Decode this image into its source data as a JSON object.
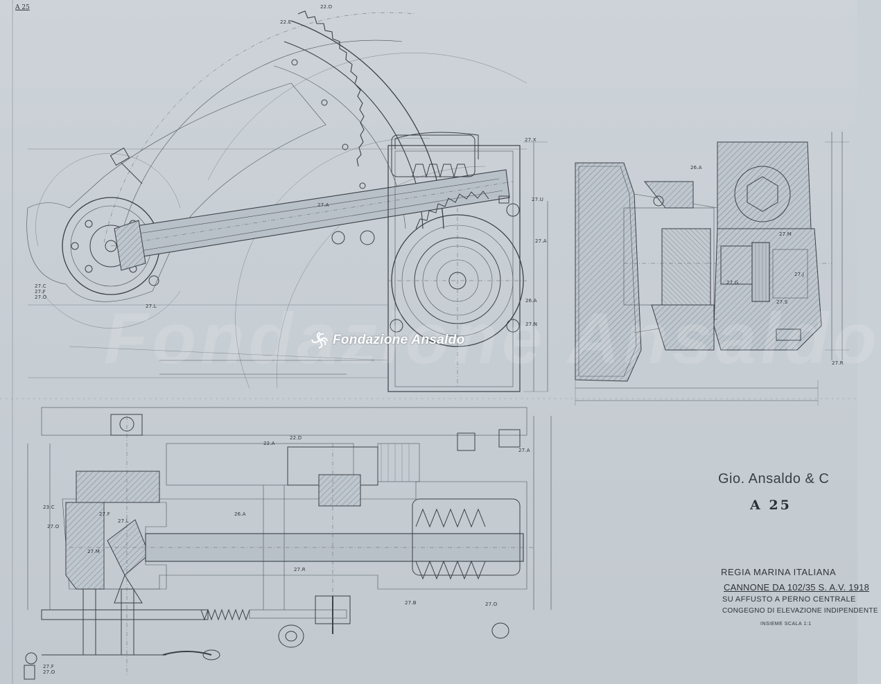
{
  "sheet": {
    "corner_ref": "A 25",
    "company": "Gio. Ansaldo & C",
    "drawing_number": "A 25"
  },
  "title_block": {
    "line1": "REGIA MARINA ITALIANA",
    "line2": "CANNONE DA 102/35 S. A.V. 1918",
    "line3": "SU AFFUSTO A PERNO CENTRALE",
    "line4": "CONGEGNO DI ELEVAZIONE INDIPENDENTE",
    "scale": "INSIEME SCALA 1:1"
  },
  "watermark": {
    "text": "Fondazione Ansaldo",
    "ghost_text": "Fondazione Ansaldo"
  },
  "part_labels": {
    "p22D_top": "22.D",
    "p22E": "22.E",
    "p27X": "27.X",
    "p27U": "27.U",
    "p27A_r": "27.A",
    "p27A_mid": "27.A",
    "p26A_r": "26.A",
    "p27N": "27.N",
    "p27C": "27.C",
    "p27F": "27.F",
    "p27O": "27.O",
    "p27L": "27.L",
    "p26A_side": "26.A",
    "p27M": "27.M",
    "p27G": "27.G",
    "p27J": "27.J",
    "p27S": "27.S",
    "p27R": "27.R",
    "p22A": "22.A",
    "p22D_b": "22.D",
    "p27A_b": "27.A",
    "p23C": "23.C",
    "p27F_b": "27.F",
    "p27O_b": "27.O",
    "p27L_b": "27.L",
    "p26A_b": "26.A",
    "p27M_b": "27.M",
    "p27R_b": "27.R",
    "p27B": "27.B",
    "p27O_c": "27.O",
    "p27F_c": "27.F",
    "p27O_d": "27.O"
  }
}
